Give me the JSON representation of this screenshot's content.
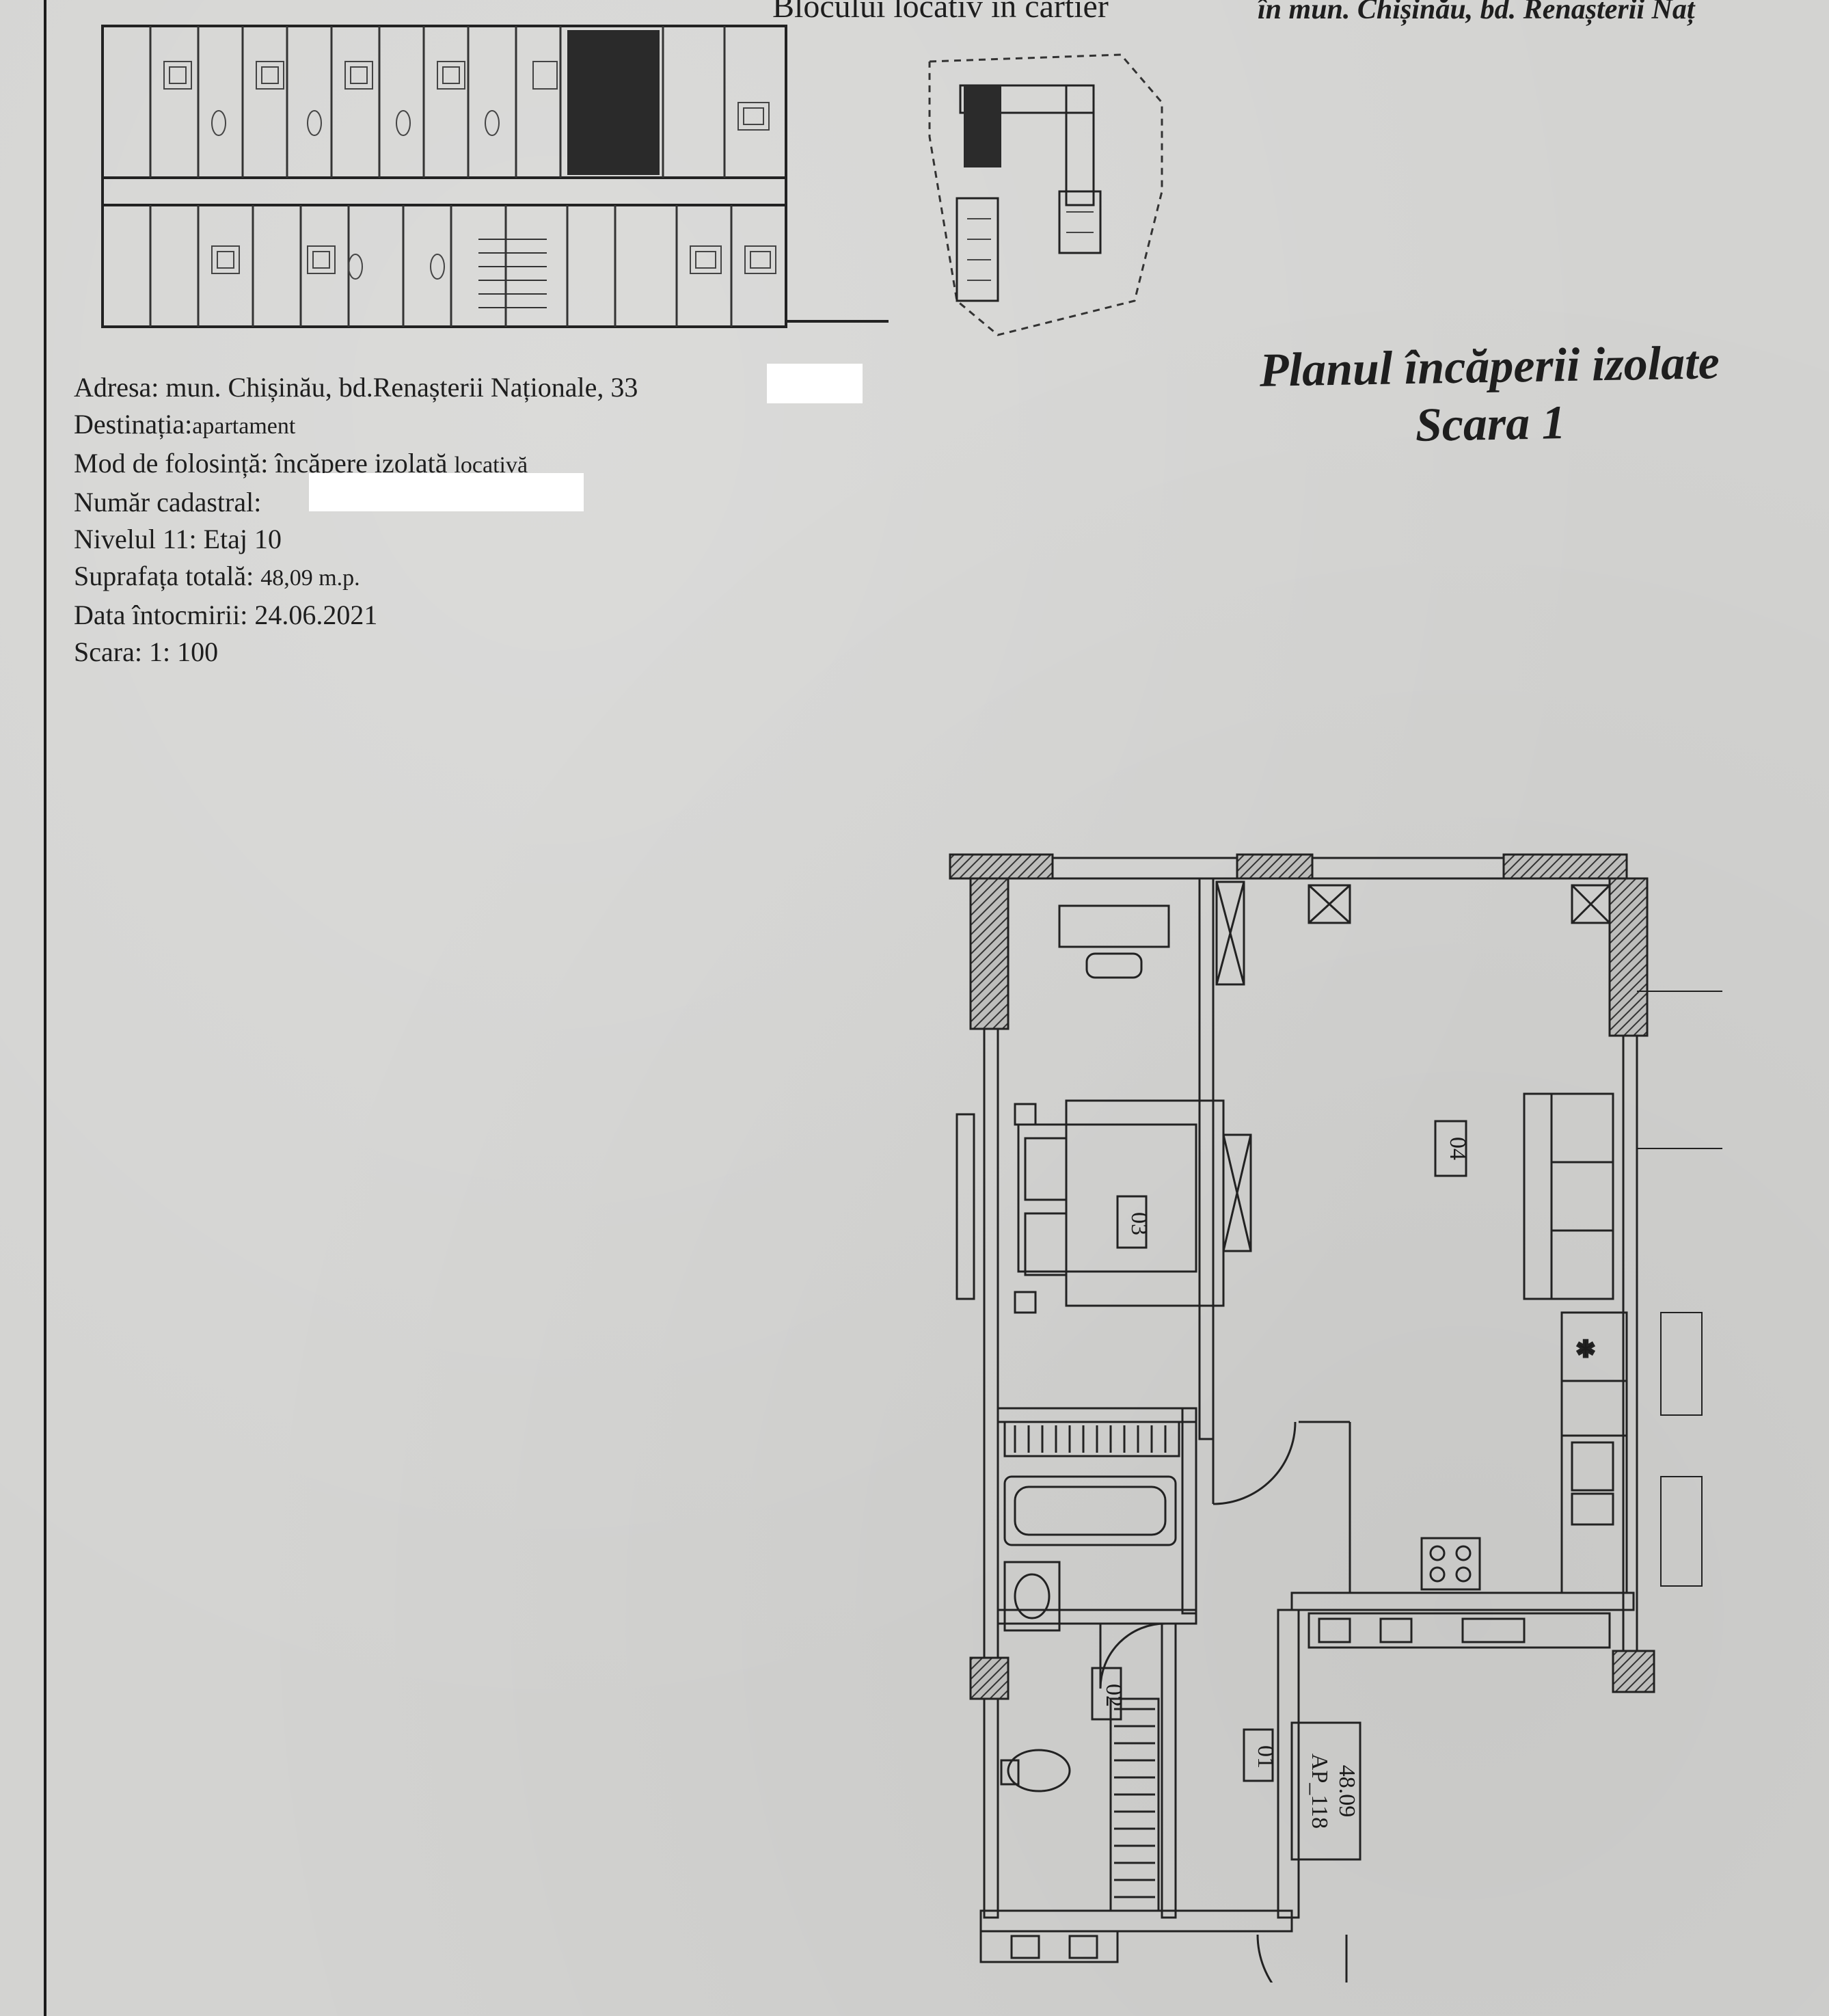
{
  "header": {
    "left_fragment": "Blocului locativ în cartier",
    "right_fragment": "în mun. Chișinău, bd. Renașterii Naț"
  },
  "plan": {
    "title": "Planul încăperii izolate",
    "subtitle": "Scara 1"
  },
  "info": {
    "address_label": "Adresa:",
    "address_value": "mun. Chișinău, bd.Renașterii Naționale, 33",
    "destination_label": "Destinația:",
    "destination_value": "apartament",
    "usage_label": "Mod de folosință:",
    "usage_value": "încăpere izolată",
    "usage_value_small": "locativă",
    "cadastral_label": "Număr cadastral:",
    "level_label": "Nivelul 11: Etaj 10",
    "area_label": "Suprafața totală:",
    "area_value": "48,09 m.p.",
    "date_label": "Data întocmirii:",
    "date_value": "24.06.2021",
    "scale_label": "Scara:",
    "scale_value": "1: 100"
  },
  "rooms": {
    "r01": "01",
    "r02": "02",
    "r03": "03",
    "r04": "04",
    "apt_id": "AP_118",
    "apt_area": "48.09"
  }
}
